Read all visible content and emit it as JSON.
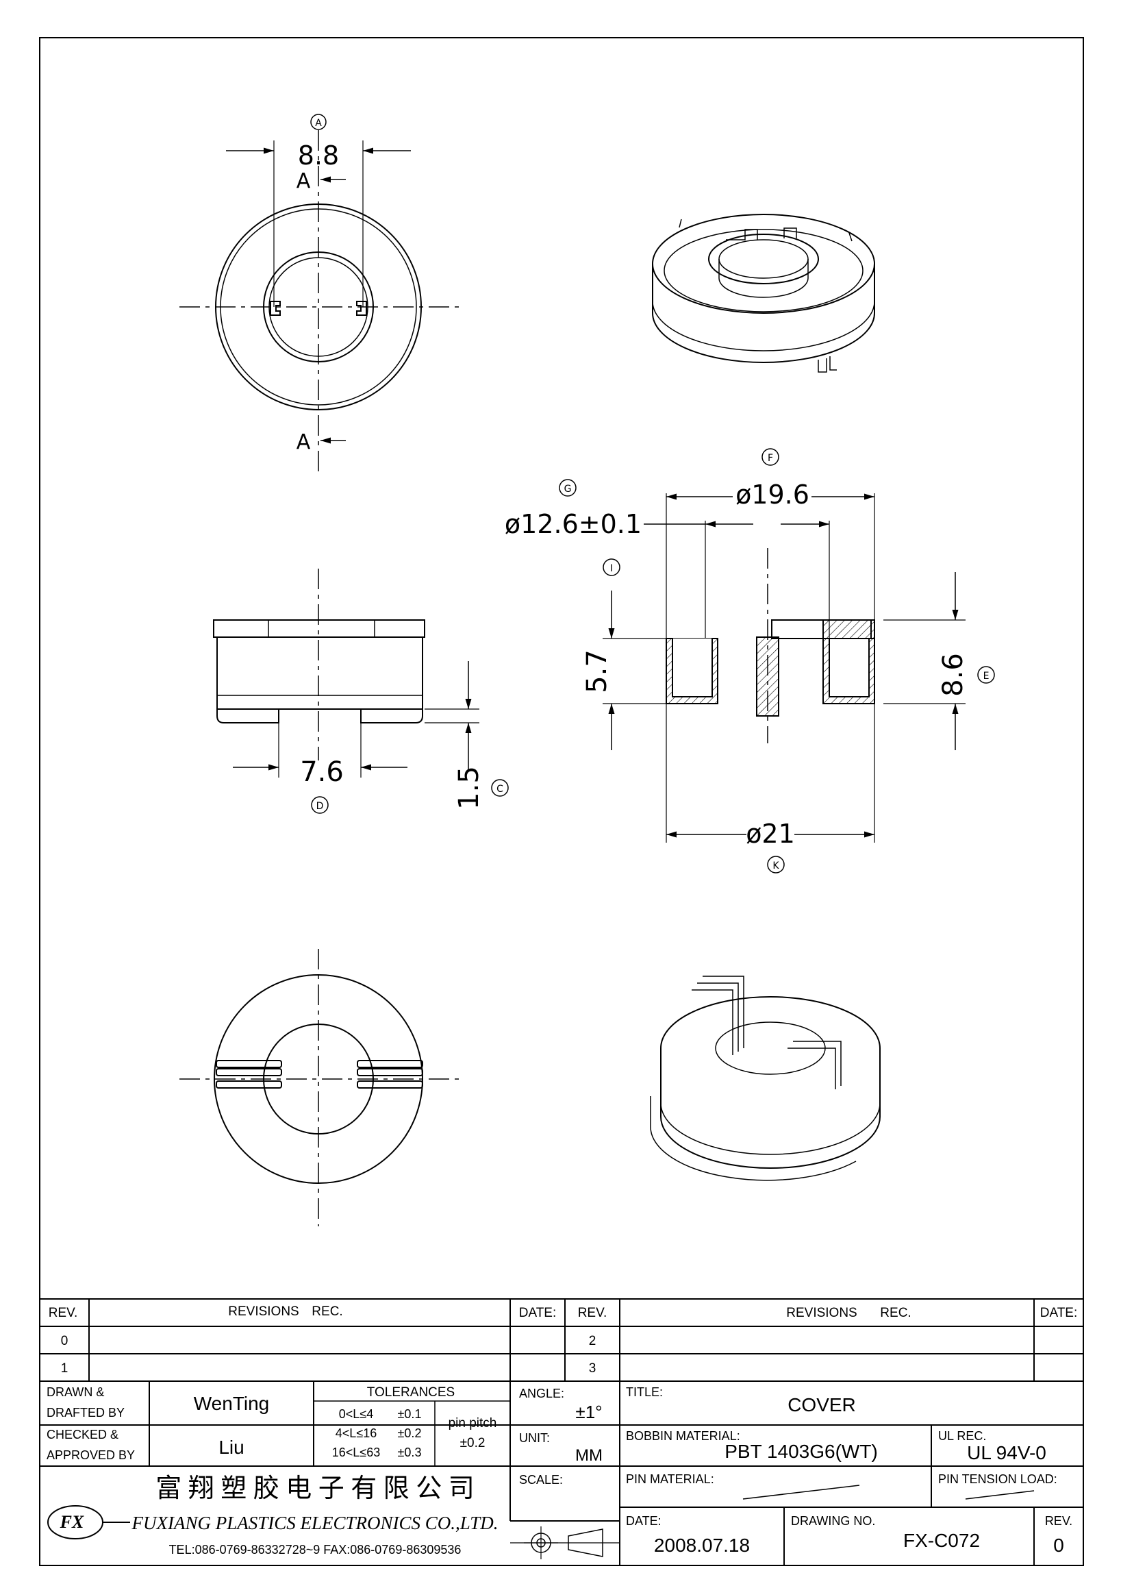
{
  "drawing": {
    "callouts": {
      "a": "A",
      "c": "C",
      "d": "D",
      "e": "E",
      "f": "F",
      "g": "G",
      "i": "I",
      "k": "K"
    },
    "section_label": "A",
    "dims": {
      "top_width": "8.8",
      "gap_width": "7.6",
      "pin_height": "1.5",
      "inner_dia": "ø12.6±0.1",
      "mid_dia": "ø19.6",
      "outer_dia": "ø21",
      "cup_height": "5.7",
      "total_height": "8.6"
    }
  },
  "title_block": {
    "rev_header": "REV.",
    "revisions_header": "REVISIONS",
    "rec_header": "REC.",
    "date_header": "DATE:",
    "rev_rows_left": [
      "0",
      "1"
    ],
    "rev_rows_right": [
      "2",
      "3"
    ],
    "drawn_label_1": "DRAWN &",
    "drawn_label_2": "DRAFTED BY",
    "drawn_by": "WenTing",
    "checked_label_1": "CHECKED &",
    "checked_label_2": "APPROVED BY",
    "checked_by": "Liu",
    "tolerances_label": "TOLERANCES",
    "tol_rows": [
      {
        "range": "0<L≤4",
        "tol": "±0.1"
      },
      {
        "range": "4<L≤16",
        "tol": "±0.2"
      },
      {
        "range": "16<L≤63",
        "tol": "±0.3"
      }
    ],
    "pin_pitch_label": "pin pitch",
    "pin_pitch_tol": "±0.2",
    "angle_label": "ANGLE:",
    "angle_value": "±1°",
    "unit_label": "UNIT:",
    "unit_value": "MM",
    "scale_label": "SCALE:",
    "title_label": "TITLE:",
    "title_value": "COVER",
    "bobbin_label": "BOBBIN MATERIAL:",
    "bobbin_value": "PBT 1403G6(WT)",
    "ul_label": "UL REC.",
    "ul_value": "UL 94V-0",
    "pin_material_label": "PIN MATERIAL:",
    "pin_tension_label": "PIN TENSION LOAD:",
    "date_label": "DATE:",
    "date_value": "2008.07.18",
    "drawing_no_label": "DRAWING NO.",
    "drawing_no": "FX-C072",
    "rev_label": "REV.",
    "rev_value": "0",
    "company_cn": "富 翔 塑 胶 电 子 有 限 公 司",
    "company_en": "FUXIANG PLASTICS ELECTRONICS CO.,LTD.",
    "company_contact": "TEL:086-0769-86332728~9  FAX:086-0769-86309536",
    "logo_text": "FX"
  }
}
